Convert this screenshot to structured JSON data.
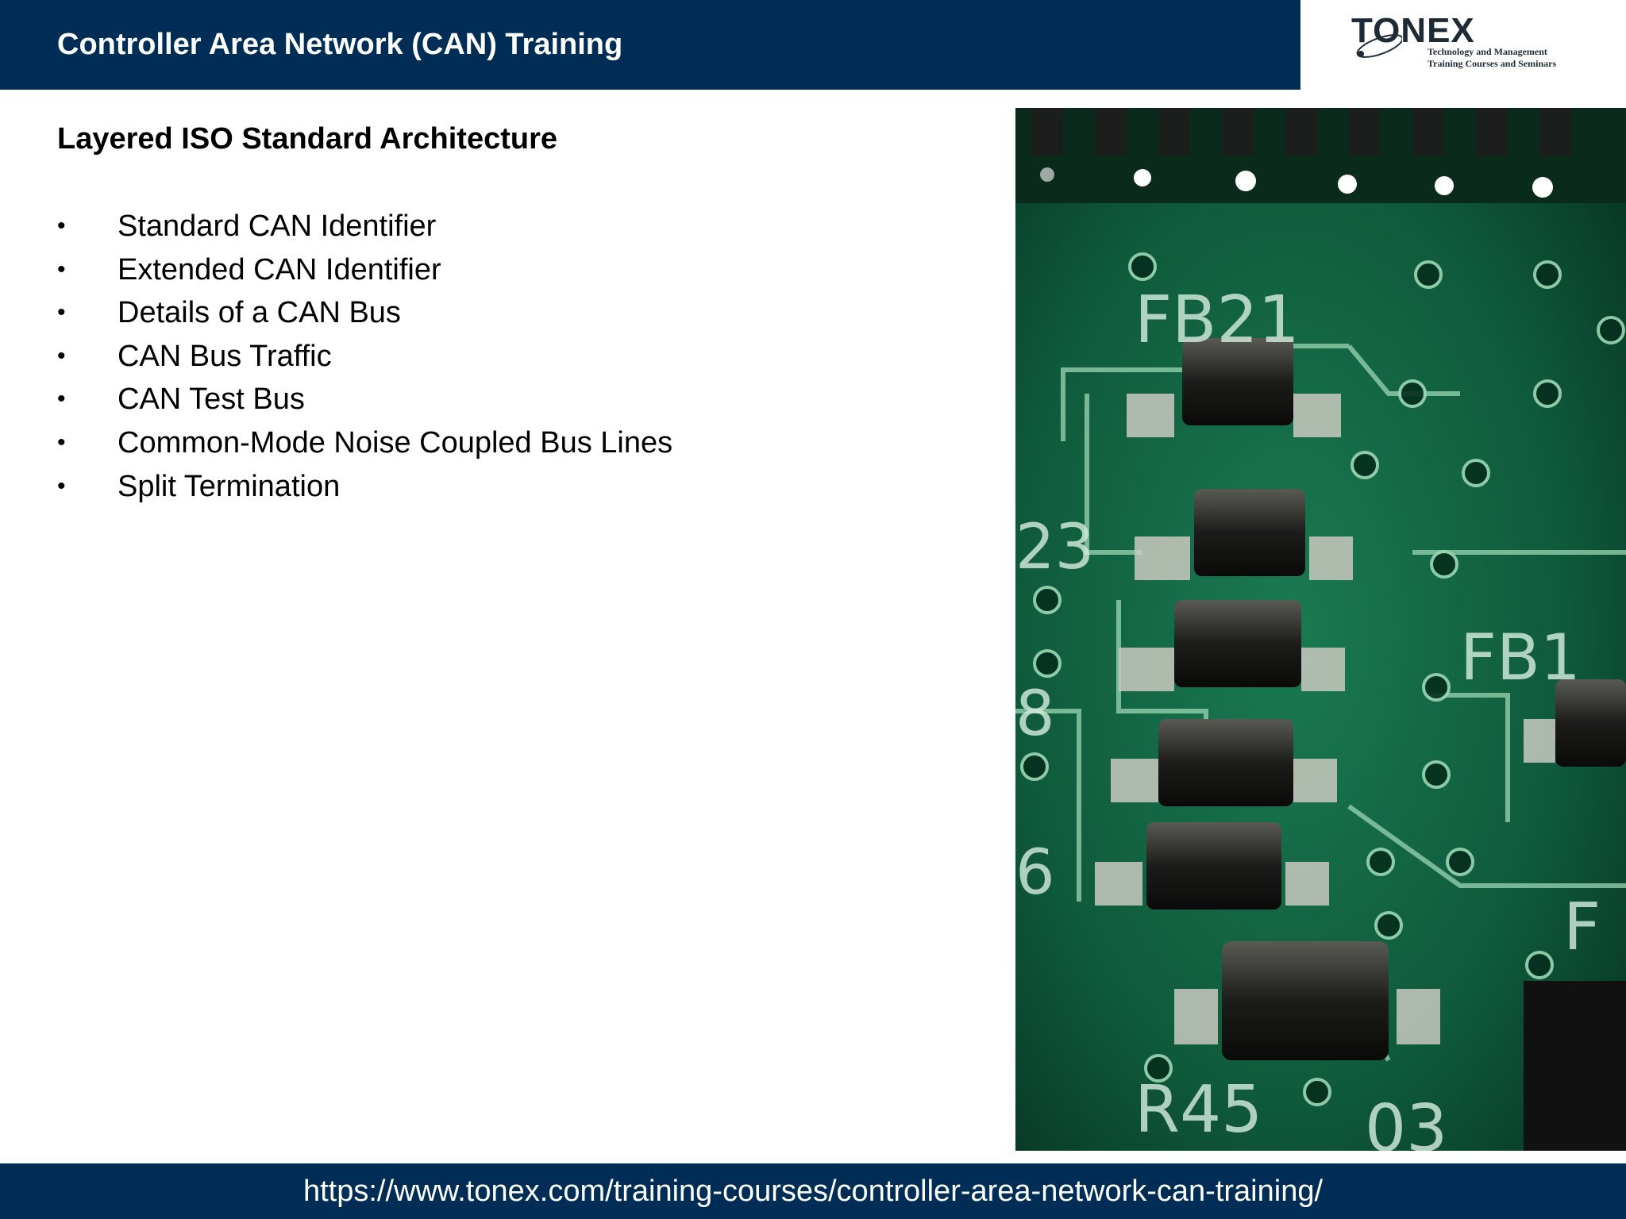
{
  "header": {
    "title": "Controller Area Network (CAN) Training"
  },
  "logo": {
    "brand": "TONEX",
    "tagline_line1": "Technology and Management",
    "tagline_line2": "Training Courses and Seminars"
  },
  "slide": {
    "heading": "Layered ISO Standard Architecture",
    "bullets": [
      "Standard CAN Identifier",
      "Extended CAN Identifier",
      "Details of a CAN Bus",
      "CAN Bus Traffic",
      "CAN Test Bus",
      "Common-Mode Noise Coupled Bus Lines",
      "Split Termination"
    ],
    "bullet_glyph": "•",
    "photo_labels": [
      "FB21",
      "23",
      "FB1",
      "8",
      "6",
      "R45",
      "03",
      "F"
    ]
  },
  "footer": {
    "url": "https://www.tonex.com/training-courses/controller-area-network-can-training/"
  },
  "colors": {
    "header_bg": "#002d55",
    "footer_bg": "#002d55",
    "pcb_green": "#0f5a3c"
  }
}
